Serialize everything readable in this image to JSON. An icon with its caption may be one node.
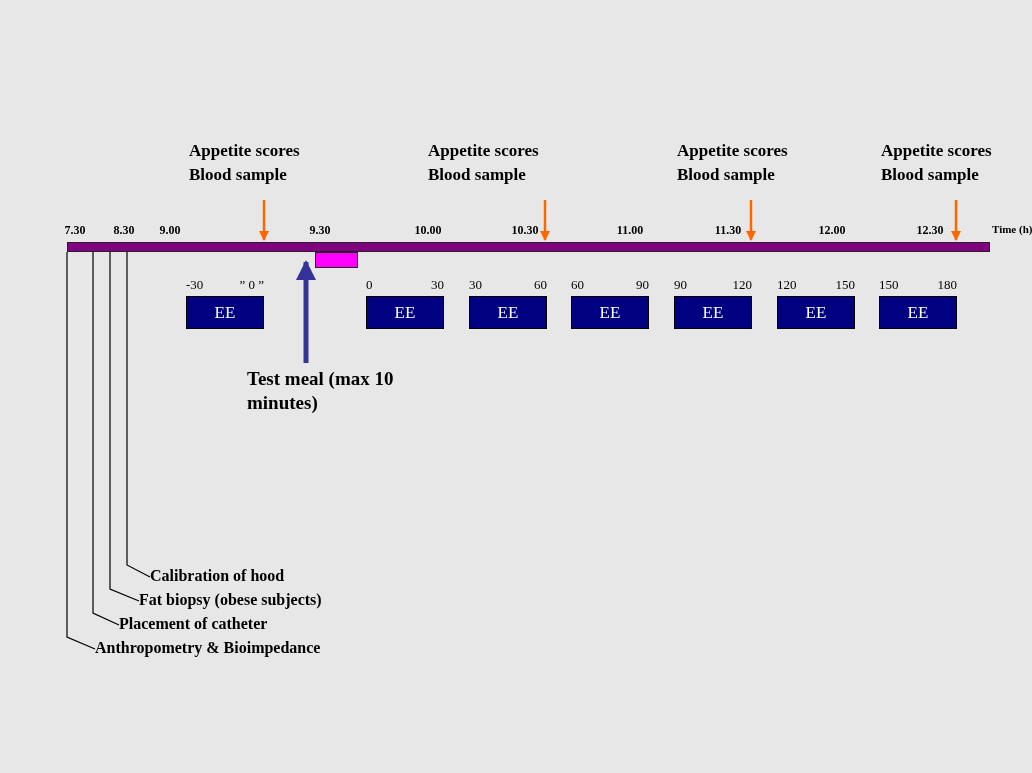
{
  "diagram": {
    "nodes": [
      {
        "text": [],
        "shape": "bar"
      },
      {
        "text": [],
        "shape": "box"
      },
      {
        "text": [
          "EE"
        ],
        "beside": [
          "-30",
          "” 0 ”"
        ]
      },
      {
        "text": [
          "EE"
        ],
        "beside": [
          "0",
          "30"
        ]
      },
      {
        "text": [
          "EE"
        ],
        "beside": [
          "30",
          "60"
        ]
      },
      {
        "text": [
          "EE"
        ],
        "beside": [
          "60",
          "90"
        ]
      },
      {
        "text": [
          "EE"
        ],
        "beside": [
          "90",
          "120"
        ]
      },
      {
        "text": [
          "EE"
        ],
        "beside": [
          "120",
          "150"
        ]
      },
      {
        "text": [
          "EE"
        ],
        "beside": [
          "150",
          "180"
        ]
      },
      {
        "text": [
          "Test meal (max 10 minutes)"
        ]
      },
      {
        "text": [
          "Appetite scores",
          "Blood sample"
        ]
      },
      {
        "text": [
          "Appetite scores",
          "Blood sample"
        ]
      },
      {
        "text": [
          "Appetite scores",
          "Blood sample"
        ]
      },
      {
        "text": [
          "Appetite scores",
          "Blood sample"
        ]
      },
      {
        "text": [
          "Calibration of hood"
        ]
      },
      {
        "text": [
          "Fat biopsy (obese subjects)"
        ]
      },
      {
        "text": [
          "Placement of catheter"
        ]
      },
      {
        "text": [
          "Anthropometry & Bioimpedance"
        ]
      }
    ],
    "edges": [
      {
        "from": 9,
        "to": 0,
        "arrow": "to",
        "color": "#333399",
        "style": "thick"
      },
      {
        "from": 10,
        "to": 0,
        "arrow": "to",
        "color": "#ff6600"
      },
      {
        "from": 11,
        "to": 0,
        "arrow": "to",
        "color": "#ff6600"
      },
      {
        "from": 12,
        "to": 0,
        "arrow": "to",
        "color": "#ff6600"
      },
      {
        "from": 13,
        "to": 0,
        "arrow": "to",
        "color": "#ff6600"
      },
      {
        "from": 14,
        "to": 0,
        "arrow": "none",
        "color": "#000000"
      },
      {
        "from": 15,
        "to": 0,
        "arrow": "none",
        "color": "#000000"
      },
      {
        "from": 16,
        "to": 0,
        "arrow": "none",
        "color": "#000000"
      },
      {
        "from": 17,
        "to": 0,
        "arrow": "none",
        "color": "#000000"
      }
    ],
    "labels": [
      "7.30",
      "8.30",
      "9.00",
      "9.30",
      "10.00",
      "10.30",
      "11.00",
      "11.30",
      "12.00",
      "12.30",
      "Time (h)"
    ]
  }
}
